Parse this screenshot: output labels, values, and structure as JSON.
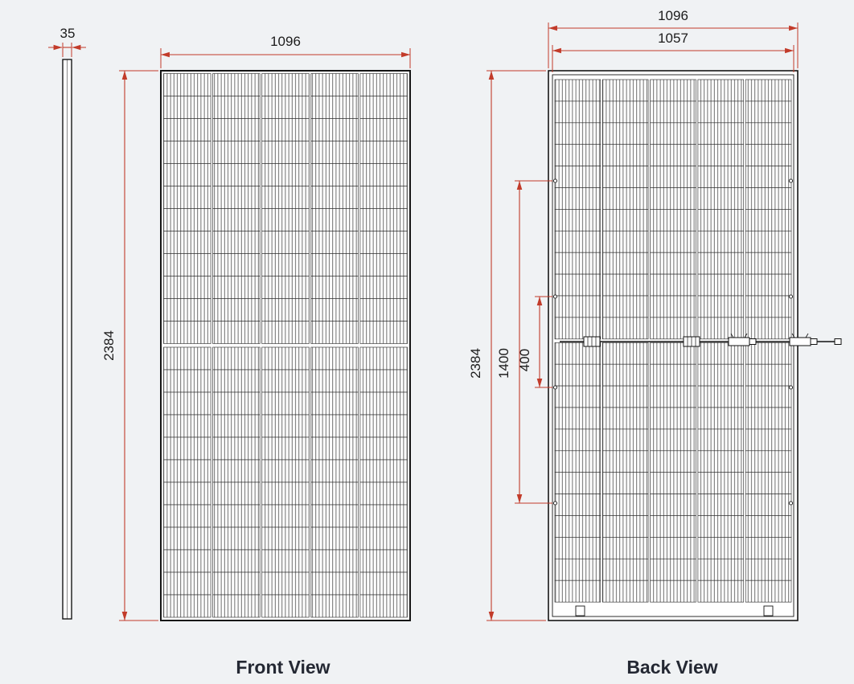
{
  "colors": {
    "background": "#f0f2f4",
    "dimension_line": "#c23b2a",
    "drawing_line": "#161616",
    "dimension_text": "#1c1c1c",
    "label_text": "#242833"
  },
  "side_view": {
    "thickness": "35"
  },
  "front_view": {
    "label": "Front View",
    "width": "1096",
    "height": "2384",
    "grid": {
      "columns": 5,
      "rows": 24,
      "hatch": "vertical"
    }
  },
  "back_view": {
    "label": "Back View",
    "outer_width": "1096",
    "inner_width": "1057",
    "height": "2384",
    "mount_hole_span_long": "1400",
    "mount_hole_span_short": "400",
    "grid": {
      "columns": 5,
      "rows": 24,
      "hatch": "vertical"
    }
  }
}
